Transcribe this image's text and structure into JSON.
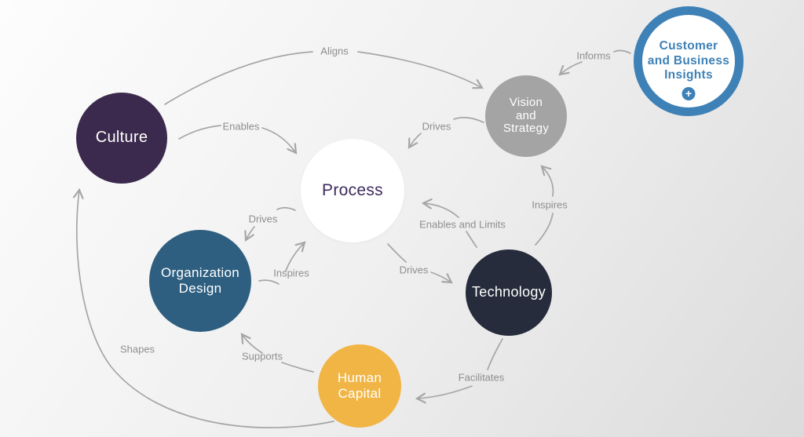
{
  "diagram": {
    "background": {
      "gradient_from": "#fdfdfd",
      "gradient_mid": "#efefef",
      "gradient_to": "#dbdbdb"
    },
    "edge_style": {
      "line_color": "#a6a6a6",
      "label_color": "#8e8e8e"
    },
    "nodes": {
      "culture": {
        "label": "Culture",
        "color": "#3b2a4d",
        "text_color": "#ffffff"
      },
      "process": {
        "label": "Process",
        "color": "#ffffff",
        "text_color": "#3d2b5c"
      },
      "vision_strategy": {
        "label": "Vision\nand\nStrategy",
        "color": "#a4a4a5",
        "text_color": "#ffffff"
      },
      "customer_insights": {
        "label": "Customer\nand Business\nInsights",
        "color": "#ffffff",
        "ring_color": "#3e81b6",
        "text_color": "#3e81b6",
        "plus_icon": "+"
      },
      "organization_design": {
        "label": "Organization\nDesign",
        "color": "#2e5f80",
        "text_color": "#ffffff"
      },
      "technology": {
        "label": "Technology",
        "color": "#262c3b",
        "text_color": "#ffffff"
      },
      "human_capital": {
        "label": "Human\nCapital",
        "color": "#f1b545",
        "text_color": "#ffffff"
      }
    },
    "edges": {
      "aligns": {
        "label": "Aligns",
        "from": "Culture",
        "to": "Vision and Strategy"
      },
      "informs": {
        "label": "Informs",
        "from": "Customer and Business Insights",
        "to": "Vision and Strategy"
      },
      "enables": {
        "label": "Enables",
        "from": "Culture",
        "to": "Process"
      },
      "drives_vision_process": {
        "label": "Drives",
        "from": "Vision and Strategy",
        "to": "Process"
      },
      "inspires_technology_vision": {
        "label": "Inspires",
        "from": "Technology",
        "to": "Vision and Strategy"
      },
      "enables_and_limits": {
        "label": "Enables and Limits",
        "from": "Technology",
        "to": "Process"
      },
      "drives_process_technology": {
        "label": "Drives",
        "from": "Process",
        "to": "Technology"
      },
      "drives_process_organization": {
        "label": "Drives",
        "from": "Process",
        "to": "Organization Design"
      },
      "inspires_organization_process": {
        "label": "Inspires",
        "from": "Organization Design",
        "to": "Process"
      },
      "supports": {
        "label": "Supports",
        "from": "Human Capital",
        "to": "Organization Design"
      },
      "facilitates": {
        "label": "Facilitates",
        "from": "Technology",
        "to": "Human Capital"
      },
      "shapes": {
        "label": "Shapes",
        "from": "Human Capital",
        "to": "Culture"
      }
    }
  }
}
